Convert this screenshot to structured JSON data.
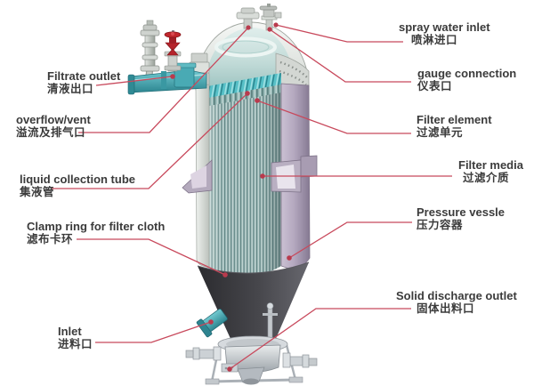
{
  "figure": {
    "kind": "annotated-cutaway-diagram",
    "subject": "candle filter pressure vessel"
  },
  "colors": {
    "background": "#ffffff",
    "leader_line": "#c8495c",
    "leader_dot": "#b93a4d",
    "label_text": "#3b3b3b",
    "collection_tube_teal": "#57c0c7",
    "candle_teal": "#9bb9b7",
    "shell_lavender": "#b4a8bf",
    "cone_dark": "#3f3f44",
    "valve_red": "#b5242c",
    "steel_gray": "#cdd1cd"
  },
  "labels": [
    {
      "id": "filtrate-outlet",
      "en": "Filtrate outlet",
      "cn": "清液出口"
    },
    {
      "id": "overflow-vent",
      "en": "overflow/vent",
      "cn": "溢流及排气口"
    },
    {
      "id": "liquid-collection-tube",
      "en": "liquid collection tube",
      "cn": "集液管"
    },
    {
      "id": "clamp-ring",
      "en": "Clamp ring for filter cloth",
      "cn": "滤布卡环"
    },
    {
      "id": "inlet",
      "en": "Inlet",
      "cn": "进料口"
    },
    {
      "id": "spray-water-inlet",
      "en": "spray water inlet",
      "cn": "喷淋进口"
    },
    {
      "id": "gauge-connection",
      "en": "gauge connection",
      "cn": "仪表口"
    },
    {
      "id": "filter-element",
      "en": "Filter element",
      "cn": "过滤单元"
    },
    {
      "id": "filter-media",
      "en": "Filter media",
      "cn": "过滤介质"
    },
    {
      "id": "pressure-vessle",
      "en": "Pressure vessle",
      "cn": "压力容器"
    },
    {
      "id": "solid-discharge-outlet",
      "en": "Solid discharge outlet",
      "cn": "固体出料口"
    }
  ]
}
